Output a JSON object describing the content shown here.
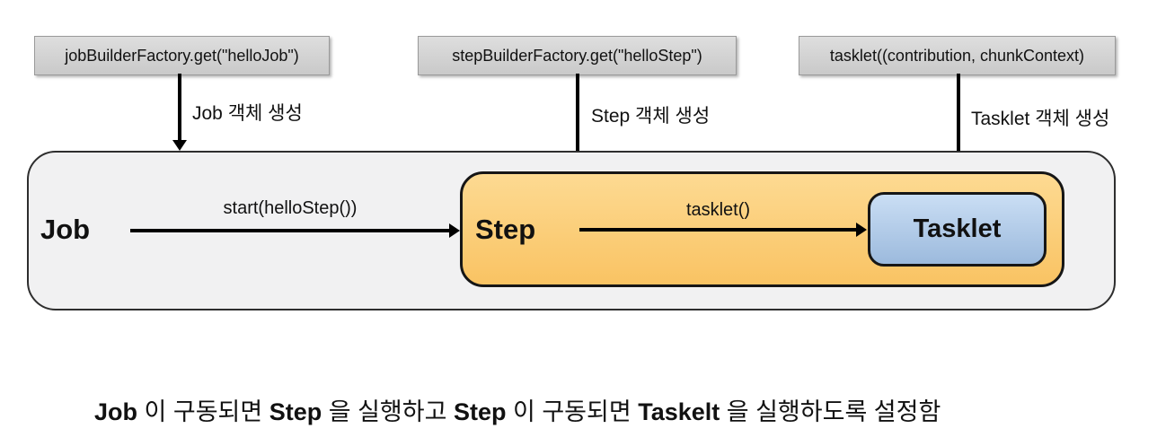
{
  "diagram": {
    "factory_boxes": [
      {
        "label": "jobBuilderFactory.get(\"helloJob\")"
      },
      {
        "label": "stepBuilderFactory.get(\"helloStep\")"
      },
      {
        "label": "tasklet((contribution, chunkContext)"
      }
    ],
    "arrow_labels": [
      {
        "label": "Job 객체 생성"
      },
      {
        "label": "Step 객체 생성"
      },
      {
        "label": "Tasklet 객체 생성"
      }
    ],
    "job_container": {
      "label": "Job"
    },
    "start_arrow_label": "start(helloStep())",
    "step_container": {
      "label": "Step"
    },
    "tasklet_arrow_label": "tasklet()",
    "tasklet_box": {
      "label": "Tasklet"
    }
  },
  "caption": {
    "parts": [
      {
        "text": "Job",
        "bold": true
      },
      {
        "text": " 이 구동되면 ",
        "bold": false
      },
      {
        "text": "Step",
        "bold": true
      },
      {
        "text": " 을 실행하고 ",
        "bold": false
      },
      {
        "text": "Step",
        "bold": true
      },
      {
        "text": " 이 구동되면 ",
        "bold": false
      },
      {
        "text": "Taskelt",
        "bold": true
      },
      {
        "text": " 을 실행하도록 설정함",
        "bold": false
      }
    ]
  },
  "colors": {
    "factory_box_fill": "#d3d3d3",
    "factory_box_border": "#9a9a9a",
    "outer_container_fill": "#f1f1f2",
    "step_container_fill": "#fbcd78",
    "tasklet_box_fill": "#b3cce8",
    "arrow": "#000000",
    "text": "#111111"
  }
}
